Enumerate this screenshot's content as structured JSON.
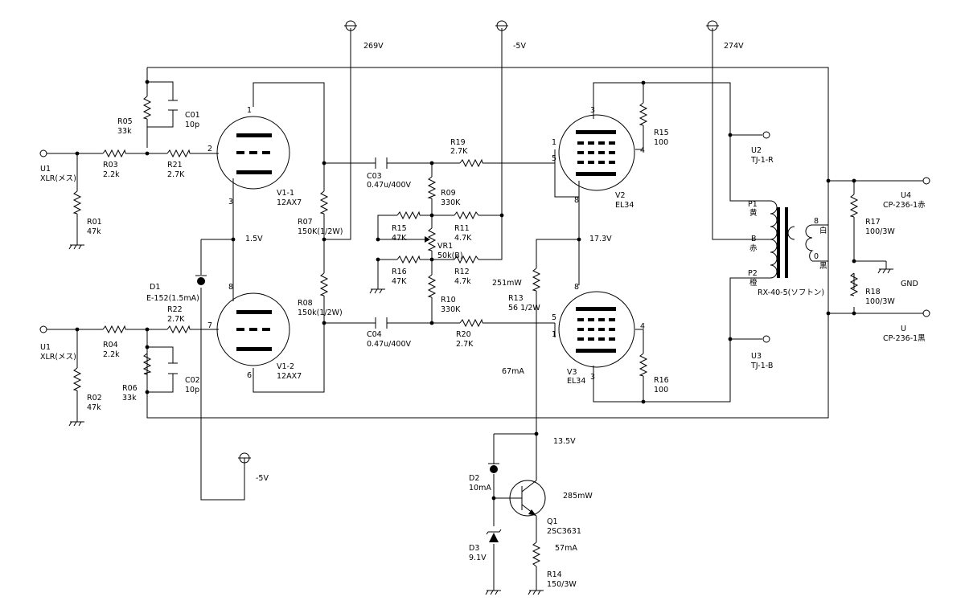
{
  "rails": {
    "v269": "269V",
    "vminus5_top": "-5V",
    "v274": "274V",
    "vminus5_bottom": "-5V"
  },
  "inputs": {
    "u1_top_ref": "U1",
    "u1_top_name": "XLR(メス)",
    "u1_bot_ref": "U1",
    "u1_bot_name": "XLR(メス)"
  },
  "resistors": {
    "r01": [
      "R01",
      "47k"
    ],
    "r02": [
      "R02",
      "47k"
    ],
    "r03": [
      "R03",
      "2.2k"
    ],
    "r04": [
      "R04",
      "2.2k"
    ],
    "r05": [
      "R05",
      "33k"
    ],
    "r06": [
      "R06",
      "33k"
    ],
    "r07": [
      "R07",
      "150K(1/2W)"
    ],
    "r08": [
      "R08",
      "150k(1/2W)"
    ],
    "r09": [
      "R09",
      "330K"
    ],
    "r10": [
      "R10",
      "330K"
    ],
    "r11": [
      "R11",
      "4.7K"
    ],
    "r12": [
      "R12",
      "4.7k"
    ],
    "r13": [
      "R13",
      "56 1/2W"
    ],
    "r14": [
      "R14",
      "150/3W"
    ],
    "r15a": [
      "R15",
      "47K"
    ],
    "r15b": [
      "R15",
      "100"
    ],
    "r16a": [
      "R16",
      "47K"
    ],
    "r16b": [
      "R16",
      "100"
    ],
    "r17": [
      "R17",
      "100/3W"
    ],
    "r18": [
      "R18",
      "100/3W"
    ],
    "r19": [
      "R19",
      "2.7K"
    ],
    "r20": [
      "R20",
      "2.7K"
    ],
    "r21": [
      "R21",
      "2.7K"
    ],
    "r22": [
      "R22",
      "2.7K"
    ],
    "vr1": [
      "VR1",
      "50k(B)"
    ]
  },
  "capacitors": {
    "c01": [
      "C01",
      "10p"
    ],
    "c02": [
      "C02",
      "10p"
    ],
    "c03": [
      "C03",
      "0.47u/400V"
    ],
    "c04": [
      "C04",
      "0.47u/400V"
    ]
  },
  "tubes": {
    "v1_1": [
      "V1-1",
      "12AX7"
    ],
    "v1_2": [
      "V1-2",
      "12AX7"
    ],
    "v2": [
      "V2",
      "EL34"
    ],
    "v3": [
      "V3",
      "EL34"
    ]
  },
  "semis": {
    "d1": [
      "D1",
      "E-152(1.5mA)"
    ],
    "d2": [
      "D2",
      "10mA"
    ],
    "d3": [
      "D3",
      "9.1V"
    ],
    "q1": [
      "Q1",
      "2SC3631"
    ]
  },
  "transformer": {
    "name": "RX-40-5(ソフトン)",
    "p1": "P1",
    "p1_color": "黄",
    "b": "B",
    "b_color": "赤",
    "p2": "P2",
    "p2_color": "橙",
    "s8": "8",
    "s8_color": "白",
    "s0": "0",
    "s0_color": "黒"
  },
  "connectors": {
    "u2": [
      "U2",
      "TJ-1-R"
    ],
    "u3": [
      "U3",
      "TJ-1-B"
    ],
    "u4": [
      "U4",
      "CP-236-1赤"
    ],
    "u": [
      "U",
      "CP-236-1黒"
    ],
    "gnd": "GND"
  },
  "annotations": {
    "v1_5": "1.5V",
    "v17_3": "17.3V",
    "v13_5": "13.5V",
    "p251": "251mW",
    "i67": "67mA",
    "p285": "285mW",
    "i57": "57mA"
  },
  "pins": {
    "v11_plate": "1",
    "v11_grid": "2",
    "v11_cath": "3",
    "v12_cath": "8",
    "v12_grid": "7",
    "v12_plate": "6",
    "v2_pin3": "3",
    "v2_pin1": "1",
    "v2_pin5": "5",
    "v2_pin4": "4",
    "v2_pin8": "8",
    "v3_pin8": "8",
    "v3_pin5": "5",
    "v3_pin1": "1",
    "v3_pin4": "4",
    "v3_pin3": "3"
  }
}
